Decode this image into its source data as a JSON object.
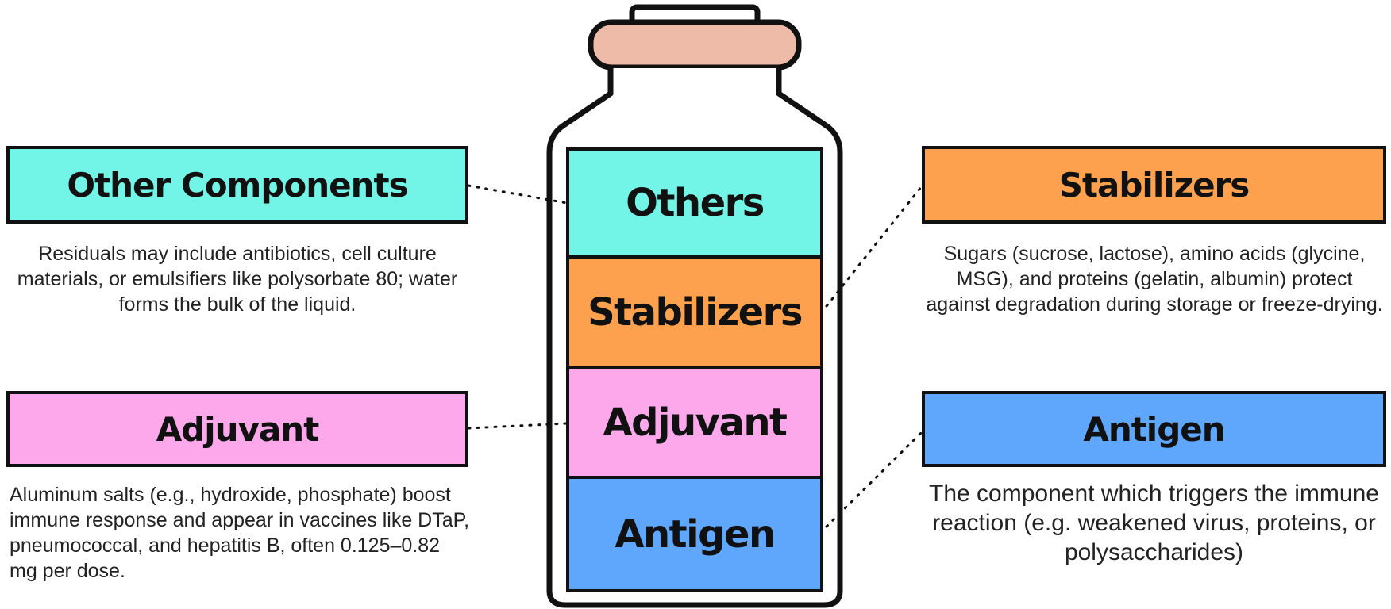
{
  "colors": {
    "others": "#72F4E6",
    "stabilizers": "#FEA14E",
    "adjuvant": "#FCA8EA",
    "antigen": "#5FA7FD",
    "cap": "#EEBBA8",
    "outline": "#111111"
  },
  "bottle": {
    "layers": [
      {
        "key": "others",
        "label": "Others"
      },
      {
        "key": "stabilizers",
        "label": "Stabilizers"
      },
      {
        "key": "adjuvant",
        "label": "Adjuvant"
      },
      {
        "key": "antigen",
        "label": "Antigen"
      }
    ]
  },
  "components": {
    "others": {
      "title": "Other Components",
      "description": "Residuals may include antibiotics, cell culture materials, or emulsifiers like polysorbate 80; water forms the bulk of the liquid."
    },
    "adjuvant": {
      "title": "Adjuvant",
      "description": "Aluminum salts (e.g., hydroxide, phosphate) boost immune response and appear in vaccines like DTaP, pneumococcal, and hepatitis B, often 0.125–0.82 mg per dose."
    },
    "stabilizers": {
      "title": "Stabilizers",
      "description": "Sugars (sucrose, lactose), amino acids (glycine, MSG), and proteins (gelatin, albumin) protect against degradation during storage or freeze-drying."
    },
    "antigen": {
      "title": "Antigen",
      "description": "The component which triggers the immune reaction (e.g. weakened virus, proteins, or polysaccharides)"
    }
  }
}
